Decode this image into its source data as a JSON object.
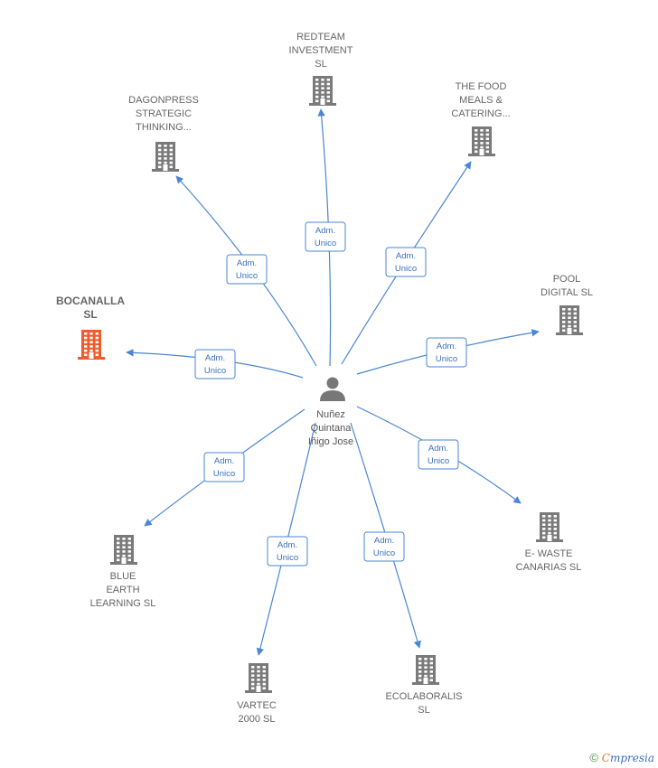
{
  "center": {
    "name_lines": [
      "Nuñez",
      "Quintana",
      "Iñigo Jose"
    ],
    "icon": "person-icon"
  },
  "companies": [
    {
      "id": "redteam",
      "lines": [
        "REDTEAM",
        "INVESTMENT",
        "SL"
      ],
      "highlight": false
    },
    {
      "id": "food",
      "lines": [
        "THE FOOD",
        "MEALS &",
        "CATERING..."
      ],
      "highlight": false
    },
    {
      "id": "dagonpress",
      "lines": [
        "DAGONPRESS",
        "STRATEGIC",
        "THINKING..."
      ],
      "highlight": false
    },
    {
      "id": "bocanalla",
      "lines": [
        "BOCANALLA",
        "SL"
      ],
      "highlight": true
    },
    {
      "id": "pool",
      "lines": [
        "POOL",
        "DIGITAL SL"
      ],
      "highlight": false
    },
    {
      "id": "ewaste",
      "lines": [
        "E- WASTE",
        "CANARIAS SL"
      ],
      "highlight": false
    },
    {
      "id": "blue",
      "lines": [
        "BLUE",
        "EARTH",
        "LEARNING SL"
      ],
      "highlight": false
    },
    {
      "id": "vartec",
      "lines": [
        "VARTEC",
        "2000 SL"
      ],
      "highlight": false
    },
    {
      "id": "ecolaboralis",
      "lines": [
        "ECOLABORALIS",
        "SL"
      ],
      "highlight": false
    }
  ],
  "relation_label": [
    "Adm.",
    "Unico"
  ],
  "colors": {
    "edge": "#4a86d4",
    "building": "#7a7a7a",
    "highlight": "#ef5b2b",
    "person": "#777777"
  },
  "footer": {
    "copyright": "©",
    "brand_first": "C",
    "brand_rest": "mpresia"
  }
}
